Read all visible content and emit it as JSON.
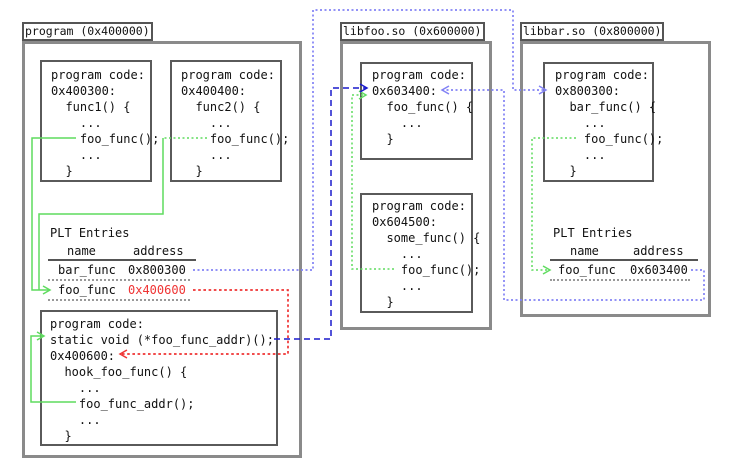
{
  "colors": {
    "green": "#5fdc5f",
    "violet": "#8282f5",
    "blue": "#1a1acc",
    "red": "#ef3333",
    "border": "#8a8a8a"
  },
  "program": {
    "title": "program (0x400000)",
    "func1_box": {
      "lines": [
        "program code:",
        "0x400300:",
        "  func1() {",
        "    ...",
        "    foo_func();",
        "    ...",
        "  }"
      ]
    },
    "func2_box": {
      "lines": [
        "program code:",
        "0x400400:",
        "  func2() {",
        "    ...",
        "    foo_func();",
        "    ...",
        "  }"
      ]
    },
    "plt": {
      "label": "PLT Entries",
      "headers": {
        "name": "name",
        "address": "address"
      },
      "rows": [
        {
          "name": "bar_func",
          "address": "0x800300",
          "patched": false
        },
        {
          "name": "foo_func",
          "address": "0x400600",
          "patched": true
        }
      ]
    },
    "hook_box": {
      "lines": [
        "program code:",
        "static void (*foo_func_addr)();",
        "0x400600:",
        "  hook_foo_func() {",
        "    ...",
        "    foo_func_addr();",
        "    ...",
        "  }"
      ]
    }
  },
  "libfoo": {
    "title": "libfoo.so (0x600000)",
    "foo_func_box": {
      "lines": [
        "program code:",
        "0x603400:",
        "  foo_func() {",
        "    ...",
        "  }"
      ]
    },
    "some_func_box": {
      "lines": [
        "program code:",
        "0x604500:",
        "  some_func() {",
        "    ...",
        "    foo_func();",
        "    ...",
        "  }"
      ]
    }
  },
  "libbar": {
    "title": "libbar.so (0x800000)",
    "bar_func_box": {
      "lines": [
        "program code:",
        "0x800300:",
        "  bar_func() {",
        "    ...",
        "    foo_func();",
        "    ...",
        "  }"
      ]
    },
    "plt": {
      "label": "PLT Entries",
      "headers": {
        "name": "name",
        "address": "address"
      },
      "rows": [
        {
          "name": "foo_func",
          "address": "0x603400",
          "patched": false
        }
      ]
    }
  }
}
